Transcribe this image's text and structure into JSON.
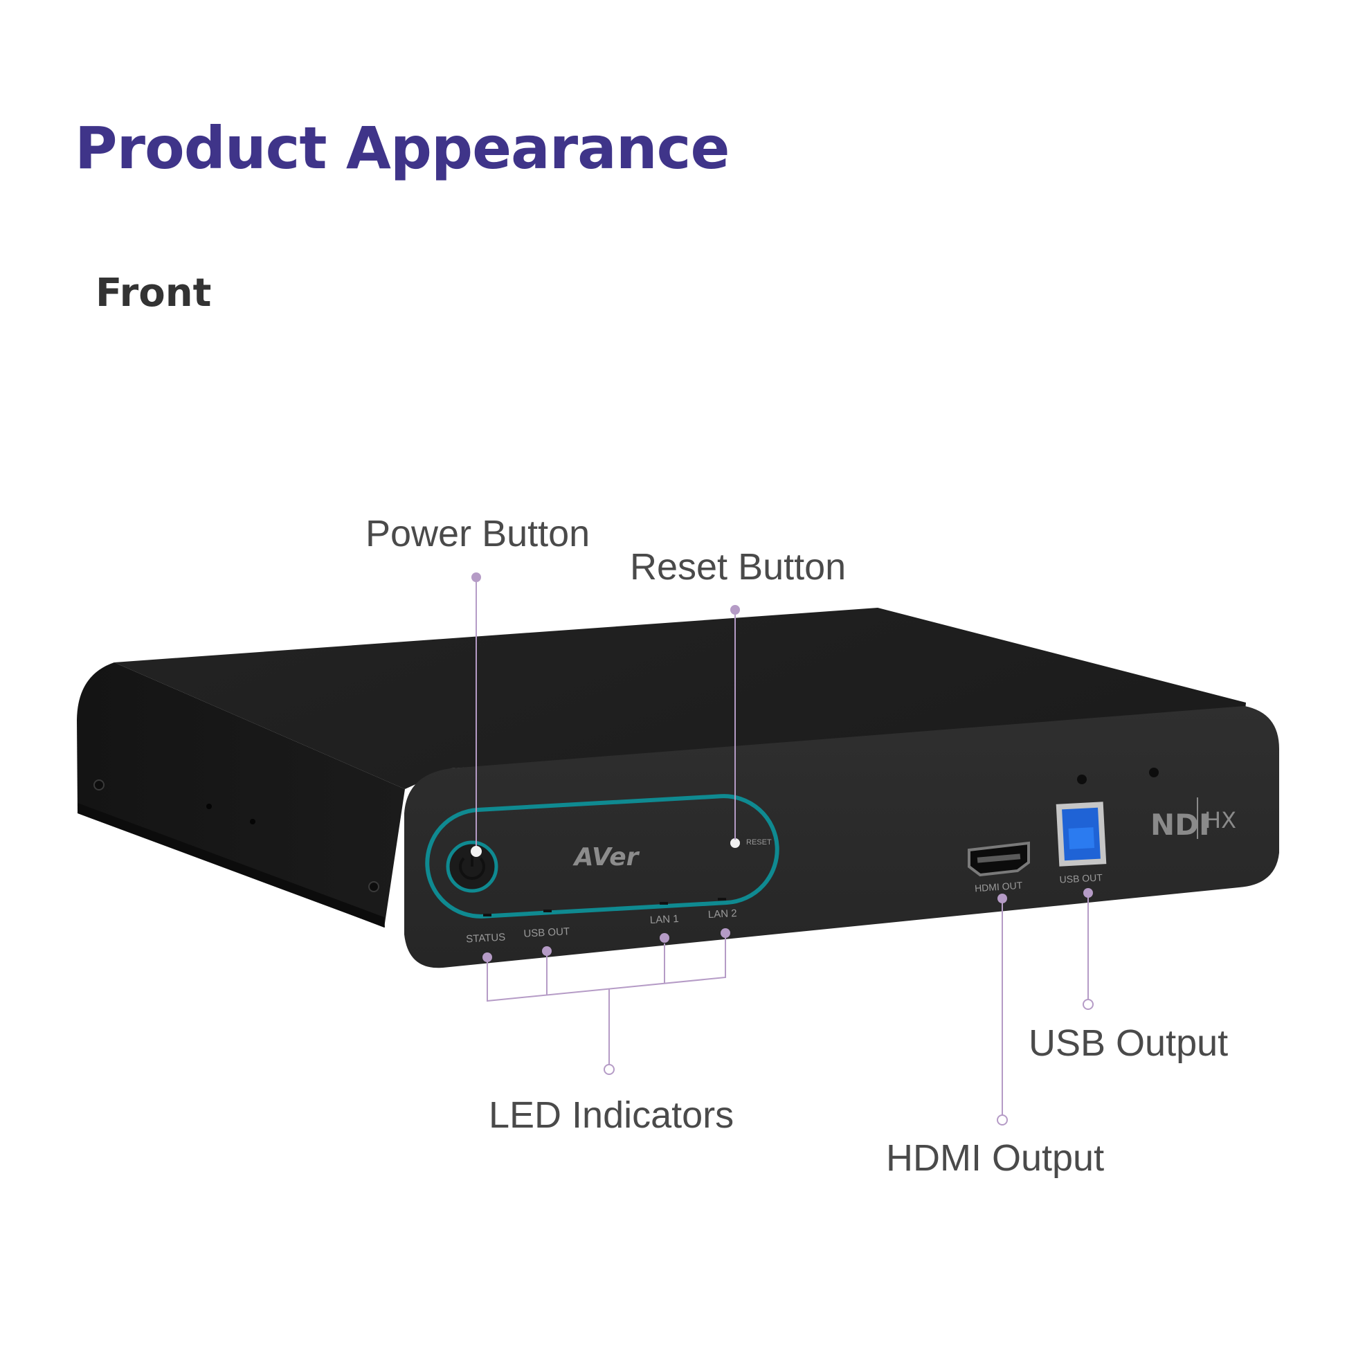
{
  "heading": "Product Appearance",
  "subheading": "Front",
  "callouts": {
    "power": "Power Button",
    "reset": "Reset Button",
    "led": "LED Indicators",
    "usb": "USB Output",
    "hdmi": "HDMI Output"
  },
  "device": {
    "brand_logo": "AVer",
    "ndi_logo": "NDI",
    "hx_logo": "HX",
    "reset_label": "RESET",
    "hdmi_port_label": "HDMI OUT",
    "usb_port_label": "USB OUT",
    "led_labels": [
      "STATUS",
      "USB OUT",
      "LAN 1",
      "LAN 2"
    ]
  },
  "colors": {
    "heading": "#3f3489",
    "callout_line": "#b59bc6",
    "accent_ring": "#0f8a91",
    "usb_port": "#1f63d6",
    "device_body": "#1f1f1f"
  }
}
